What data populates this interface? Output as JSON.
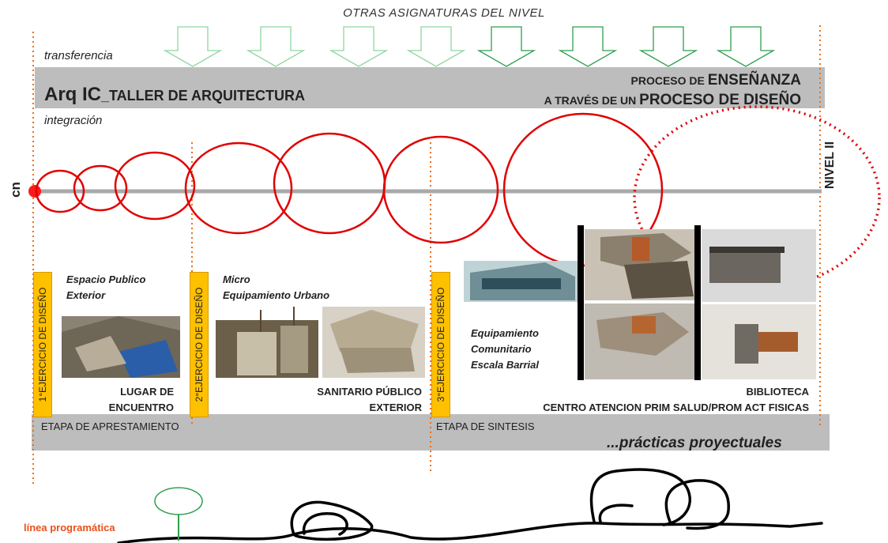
{
  "header": {
    "title": "OTRAS ASIGNATURAS DEL NIVEL"
  },
  "labels": {
    "transferencia": "transferencia",
    "integracion": "integración",
    "cn": "cn",
    "nivel": "NIVEL II",
    "linea": "línea programática"
  },
  "band_top": {
    "arq_main": "Arq IC",
    "arq_sub": "_TALLER DE ARQUITECTURA",
    "proceso_line1_small": "PROCESO DE ",
    "proceso_line1_big": "ENSEÑANZA",
    "proceso_line2_small": "A TRAVÉS DE UN ",
    "proceso_line2_big": "PROCESO DE DISEÑO"
  },
  "exercises": [
    {
      "label": "1°EJERCICIO DE DISEÑO",
      "project_l1": "Espacio Publico",
      "project_l2": "Exterior",
      "caption_l1": "LUGAR DE",
      "caption_l2": "ENCUENTRO"
    },
    {
      "label": "2°EJERCICIO DE DISEÑO",
      "project_l1": "Micro",
      "project_l2": "Equipamiento Urbano",
      "caption_l1": "SANITARIO PÚBLICO",
      "caption_l2": "EXTERIOR"
    },
    {
      "label": "3°EJERCICIO DE DISEÑO",
      "project_l1": "Equipamiento",
      "project_l2": "Comunitario",
      "project_l3": "Escala Barrial",
      "caption_l1": "BIBLIOTECA",
      "caption_l2": "CENTRO ATENCION PRIM SALUD/PROM ACT FISICAS"
    }
  ],
  "bottom_band": {
    "etapa1": "ETAPA DE APRESTAMIENTO",
    "etapa2": "ETAPA DE SINTESIS",
    "practicas": "...prácticas proyectuales"
  },
  "colors": {
    "accent_red": "#e00000",
    "arrow_green": "#2f9e4f",
    "band_gray": "#bdbdbd",
    "label_yellow": "#ffc000",
    "dotted_orange": "#e8701a"
  }
}
